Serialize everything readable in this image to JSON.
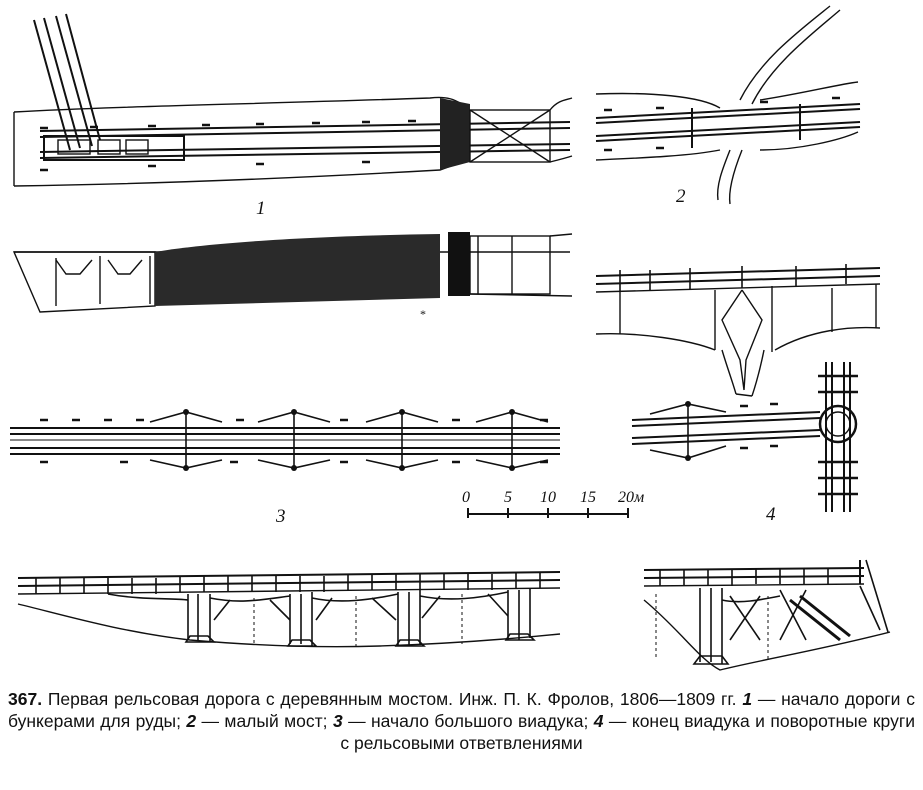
{
  "figure": {
    "part_labels": [
      "1",
      "2",
      "3",
      "4"
    ],
    "scale_bar": {
      "ticks": [
        "0",
        "5",
        "10",
        "15",
        "20м"
      ]
    }
  },
  "caption": {
    "number": "367.",
    "text_a": " Первая рельсовая дорога с деревянным мостом. Инж. П. К. Фролов, 1806—1809 гг. ",
    "n1": "1",
    "t1": " — начало дороги с бункерами для руды; ",
    "n2": "2",
    "t2": " — малый мост; ",
    "n3": "3",
    "t3": " — начало большого виадука; ",
    "n4": "4",
    "t4": " — конец виадука и поворотные круги с рельсовыми ответвлениями"
  }
}
